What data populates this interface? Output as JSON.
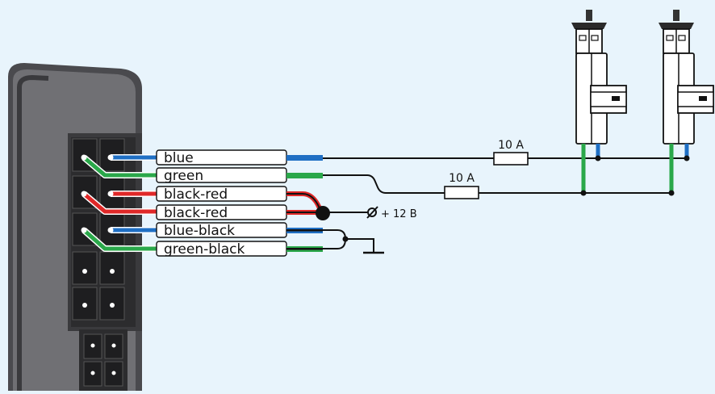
{
  "wires": [
    {
      "label": "blue",
      "colors": [
        "#1f6fc4"
      ]
    },
    {
      "label": "green",
      "colors": [
        "#2aa84a"
      ]
    },
    {
      "label": "black-red",
      "colors": [
        "#e02828",
        "#111111"
      ]
    },
    {
      "label": "black-red",
      "colors": [
        "#e02828",
        "#111111"
      ]
    },
    {
      "label": "blue-black",
      "colors": [
        "#1f6fc4",
        "#111111"
      ]
    },
    {
      "label": "green-black",
      "colors": [
        "#2aa84a",
        "#111111"
      ]
    }
  ],
  "fuses": [
    {
      "label": "10 A"
    },
    {
      "label": "10 A"
    }
  ],
  "power_label": "+ 12 B",
  "colors": {
    "background": "#e8f4fc",
    "module_body": "#6e6e72",
    "module_shadow": "#3a3a3d",
    "connector": "#2c2c2e",
    "blue": "#1f6fc4",
    "green": "#2aa84a",
    "red": "#e02828",
    "black": "#111111"
  },
  "icons": [
    "ground-symbol-icon",
    "power-terminal-icon",
    "door-lock-actuator-icon"
  ]
}
